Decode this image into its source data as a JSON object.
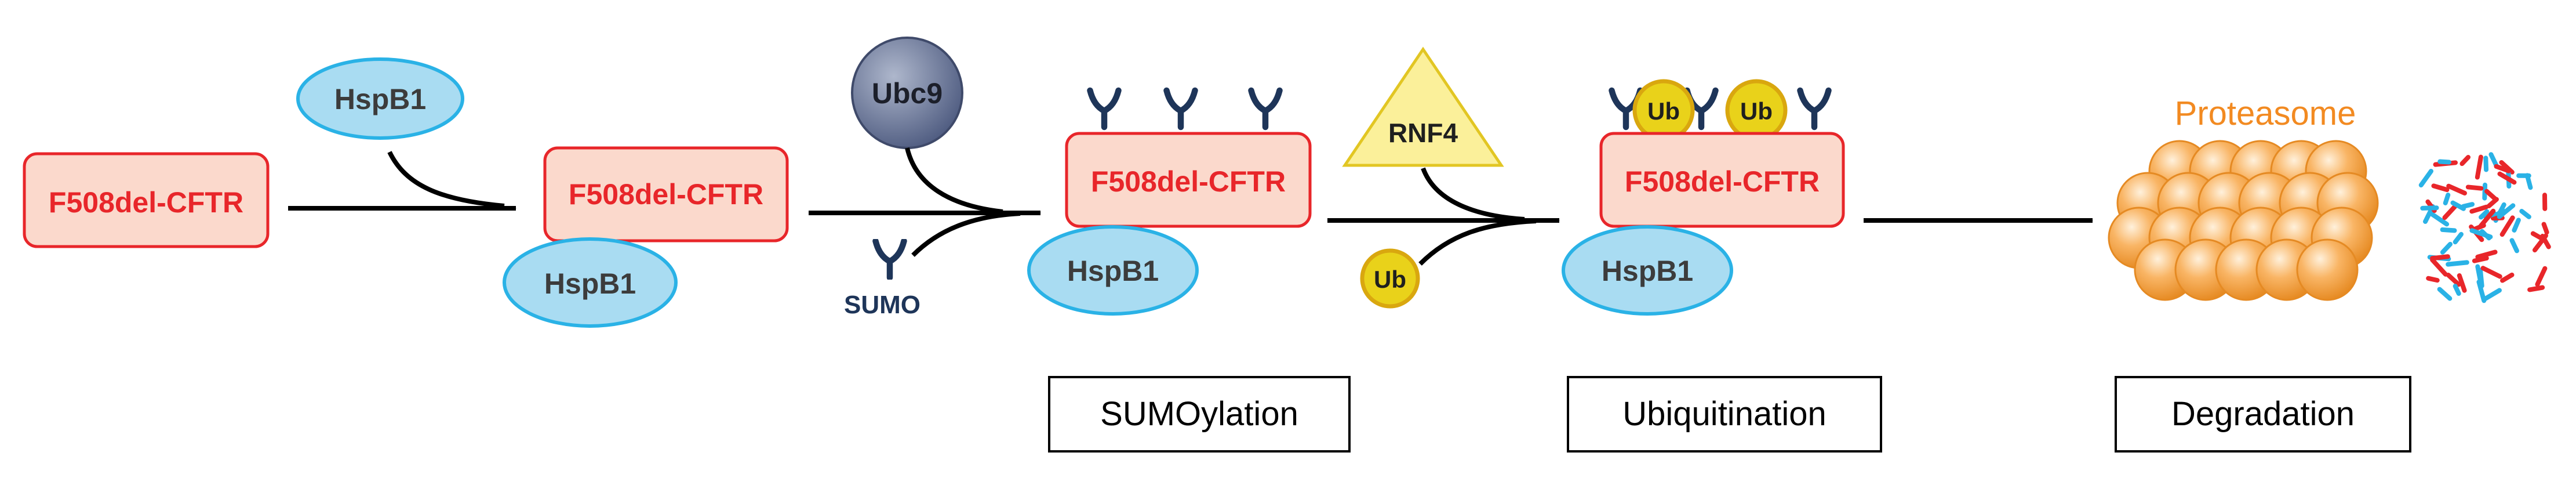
{
  "labels": {
    "cftr": "F508del-CFTR",
    "hspb1": "HspB1",
    "ubc9": "Ubc9",
    "sumo": "SUMO",
    "rnf4": "RNF4",
    "ub": "Ub",
    "proteasome": "Proteasome"
  },
  "steps": {
    "sumoylation": "SUMOylation",
    "ubiquitination": "Ubiquitination",
    "degradation": "Degradation"
  },
  "colors": {
    "cftr_fill": "#fbd9cc",
    "cftr_border": "#e8262a",
    "cftr_text": "#e8262a",
    "hsp_fill": "#a9dcf2",
    "hsp_border": "#2ab2e6",
    "hsp_text": "#3c3c3c",
    "ubc9_fill": "#5d6b8e",
    "ub_fill": "#e9d21a",
    "ub_border": "#d9a70f",
    "rnf4_fill": "#fbf09a",
    "rnf4_border": "#e2c623",
    "sumo_color": "#1e3559",
    "proteasome_fill": "#f7a74a",
    "fragment_red": "#e8262a",
    "fragment_blue": "#2ab2e6"
  }
}
